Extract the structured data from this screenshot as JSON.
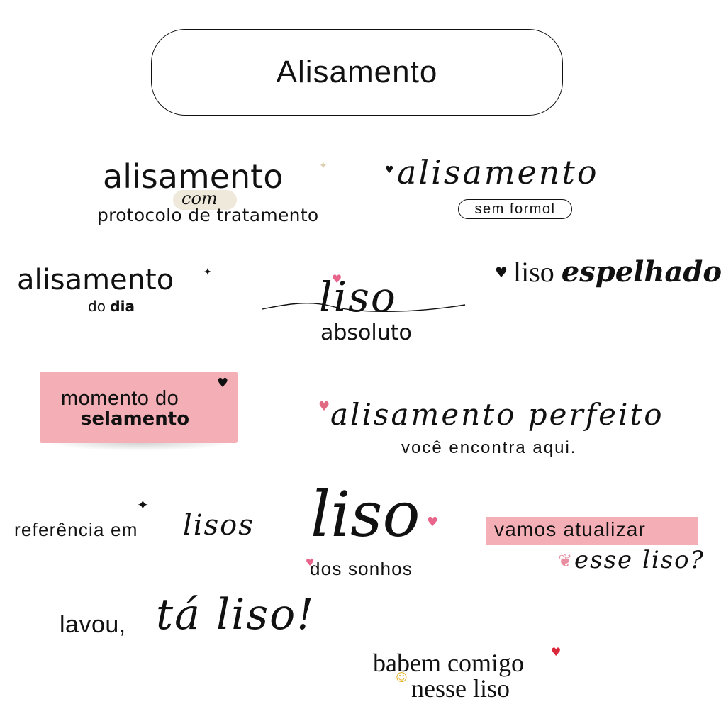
{
  "title": "Alisamento",
  "stickers": {
    "s1": {
      "main": "alisamento",
      "badge": "com",
      "sub": "protocolo de tratamento",
      "spark": "✦"
    },
    "s2": {
      "heart": "♥",
      "main": "alisamento",
      "pill": "sem formol"
    },
    "s3": {
      "main": "alisamento",
      "spark": "✦",
      "sub_a": "do ",
      "sub_b": "dia"
    },
    "s4": {
      "heart": "♥",
      "main": "liso",
      "sub": "absoluto"
    },
    "s5": {
      "heart": "♥",
      "word1": "liso ",
      "word2": "espelhado"
    },
    "s6": {
      "heart": "♥",
      "line1": "momento do",
      "line2": "selamento"
    },
    "s7": {
      "heart": "♥",
      "main": "alisamento perfeito",
      "sub": "você encontra aqui."
    },
    "s8": {
      "spark": "✦",
      "main": "referência em",
      "script": "lisos"
    },
    "s9": {
      "main": "liso",
      "heart": "♥",
      "heart2": "♥",
      "sub": "dos sonhos"
    },
    "s10": {
      "main": "vamos atualizar",
      "butterfly": "❦",
      "script": "esse liso?"
    },
    "s11": {
      "main": "lavou,",
      "script": "tá liso!"
    },
    "s12": {
      "heart": "♥",
      "emoji": "☺",
      "line1": "babem comigo",
      "line2": "nesse liso"
    }
  },
  "colors": {
    "pink_box": "#f3aeb6",
    "heart_pink": "#e8648a",
    "cream": "#efe9dc"
  }
}
